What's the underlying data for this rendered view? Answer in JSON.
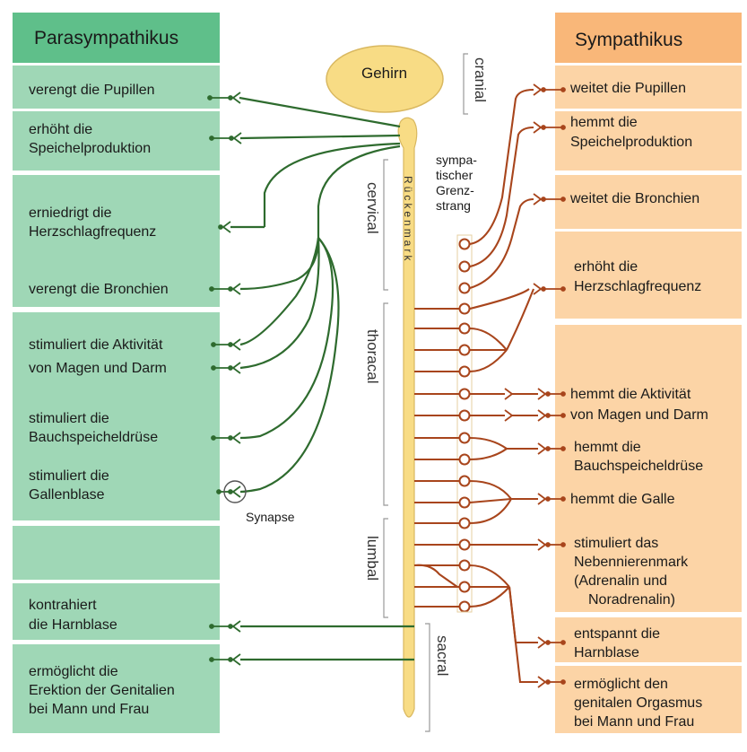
{
  "parasympathikus": {
    "title": "Parasympathikus",
    "effects": [
      {
        "l1": "verengt die Pupillen"
      },
      {
        "l1": "erhöht die",
        "l2": "Speichelproduktion"
      },
      {
        "l1": "erniedrigt die",
        "l2": "Herzschlagfrequenz"
      },
      {
        "l1": "verengt die Bronchien"
      },
      {
        "l1": "stimuliert die Aktivität",
        "l2": "von Magen und Darm"
      },
      {
        "l1": "stimuliert die",
        "l2": "Bauchspeicheldrüse"
      },
      {
        "l1": "stimuliert die",
        "l2": "Gallenblase"
      },
      {
        "l1": "kontrahiert",
        "l2": "die Harnblase"
      },
      {
        "l1": "ermöglicht die",
        "l2": "Erektion der Genitalien",
        "l3": "bei Mann und Frau"
      }
    ]
  },
  "sympathikus": {
    "title": "Sympathikus",
    "effects": [
      {
        "l1": "weitet die Pupillen"
      },
      {
        "l1": "hemmt die",
        "l2": "Speichelproduktion"
      },
      {
        "l1": "weitet die Bronchien"
      },
      {
        "l1": "erhöht die",
        "l2": "Herzschlagfrequenz"
      },
      {
        "l1": "hemmt die Aktivität",
        "l2": "von Magen und Darm"
      },
      {
        "l1": "hemmt die",
        "l2": "Bauchspeicheldrüse"
      },
      {
        "l1": "hemmt die Galle"
      },
      {
        "l1": "stimuliert das",
        "l2": "Nebennierenmark",
        "l3": "(Adrenalin und",
        "l4": "Noradrenalin)"
      },
      {
        "l1": "entspannt die",
        "l2": "Harnblase"
      },
      {
        "l1": "ermöglicht den",
        "l2": "genitalen Orgasmus",
        "l3": "bei Mann und Frau"
      }
    ]
  },
  "center": {
    "brain": "Gehirn",
    "spinal_cord": "Rückenmark",
    "trunk_l1": "sympa-",
    "trunk_l2": "tischer",
    "trunk_l3": "Grenz-",
    "trunk_l4": "strang",
    "synapse": "Synapse"
  },
  "regions": [
    "cranial",
    "cervical",
    "thoracal",
    "lumbal",
    "sacral"
  ],
  "colors": {
    "para_panel": "#9fd7b6",
    "para_header": "#5fbf8a",
    "sym_panel": "#fcd4a6",
    "sym_header": "#f9b779",
    "para_nerve": "#2e6b2e",
    "sym_nerve": "#a8451c",
    "cord": "#f8dc85"
  }
}
